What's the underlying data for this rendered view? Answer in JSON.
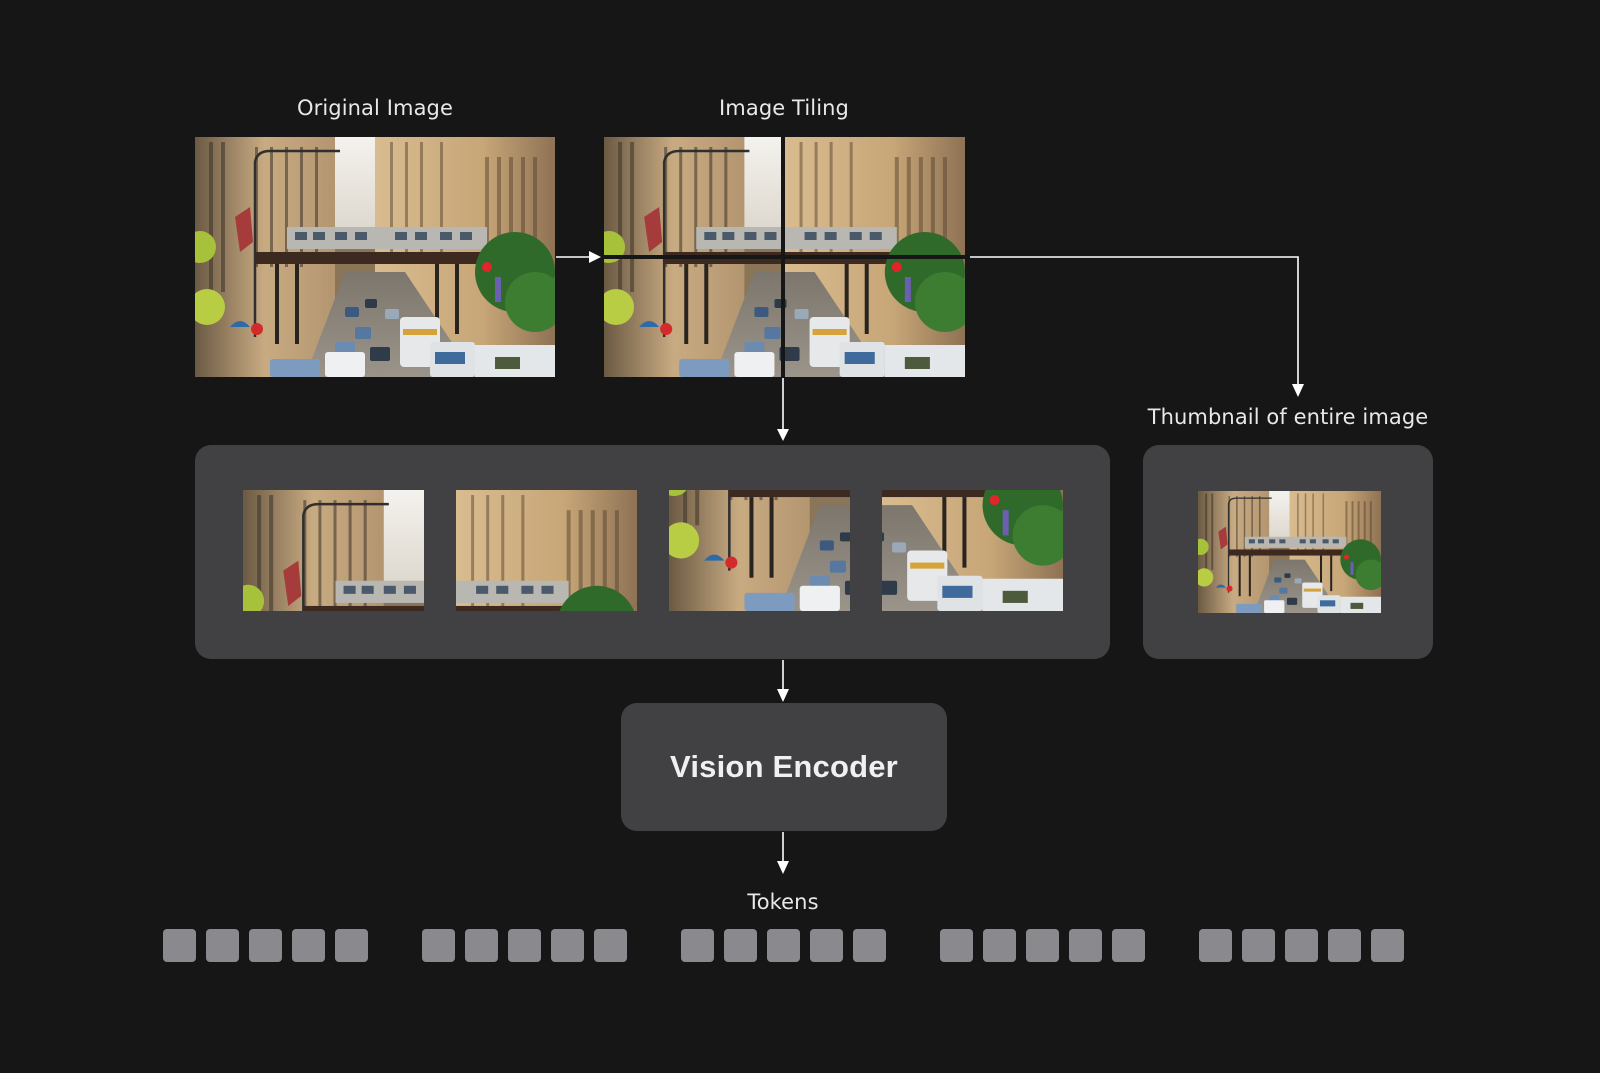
{
  "labels": {
    "original_image": "Original Image",
    "image_tiling": "Image Tiling",
    "thumbnail": "Thumbnail of entire image",
    "vision_encoder": "Vision Encoder",
    "tokens": "Tokens"
  },
  "tiles": [
    {
      "name": "tile-top-left"
    },
    {
      "name": "tile-top-right"
    },
    {
      "name": "tile-bottom-left"
    },
    {
      "name": "tile-bottom-right"
    }
  ],
  "token_groups": [
    {
      "count": 5
    },
    {
      "count": 5
    },
    {
      "count": 5
    },
    {
      "count": 5
    },
    {
      "count": 5
    }
  ],
  "colors": {
    "background": "#161616",
    "panel": "#414143",
    "token": "#8a8a8e",
    "arrow": "#ffffff",
    "text": "#e8e8e8"
  }
}
